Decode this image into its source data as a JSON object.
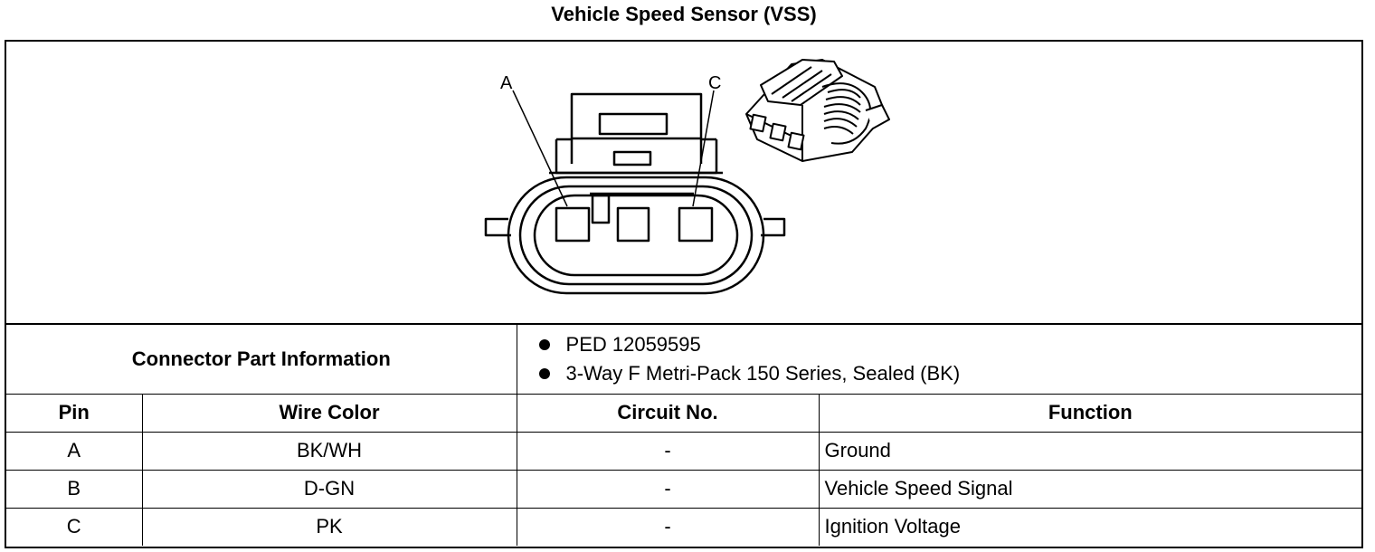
{
  "title": "Vehicle Speed Sensor (VSS)",
  "diagram": {
    "pin_labels": [
      "A",
      "C"
    ]
  },
  "connector_info": {
    "label": "Connector Part Information",
    "items": [
      "PED 12059595",
      "3-Way F Metri-Pack 150 Series, Sealed (BK)"
    ]
  },
  "table": {
    "columns": [
      "Pin",
      "Wire Color",
      "Circuit No.",
      "Function"
    ],
    "rows": [
      {
        "pin": "A",
        "wire_color": "BK/WH",
        "circuit": "-",
        "function": "Ground"
      },
      {
        "pin": "B",
        "wire_color": "D-GN",
        "circuit": "-",
        "function": "Vehicle Speed Signal"
      },
      {
        "pin": "C",
        "wire_color": "PK",
        "circuit": "-",
        "function": "Ignition Voltage"
      }
    ]
  }
}
